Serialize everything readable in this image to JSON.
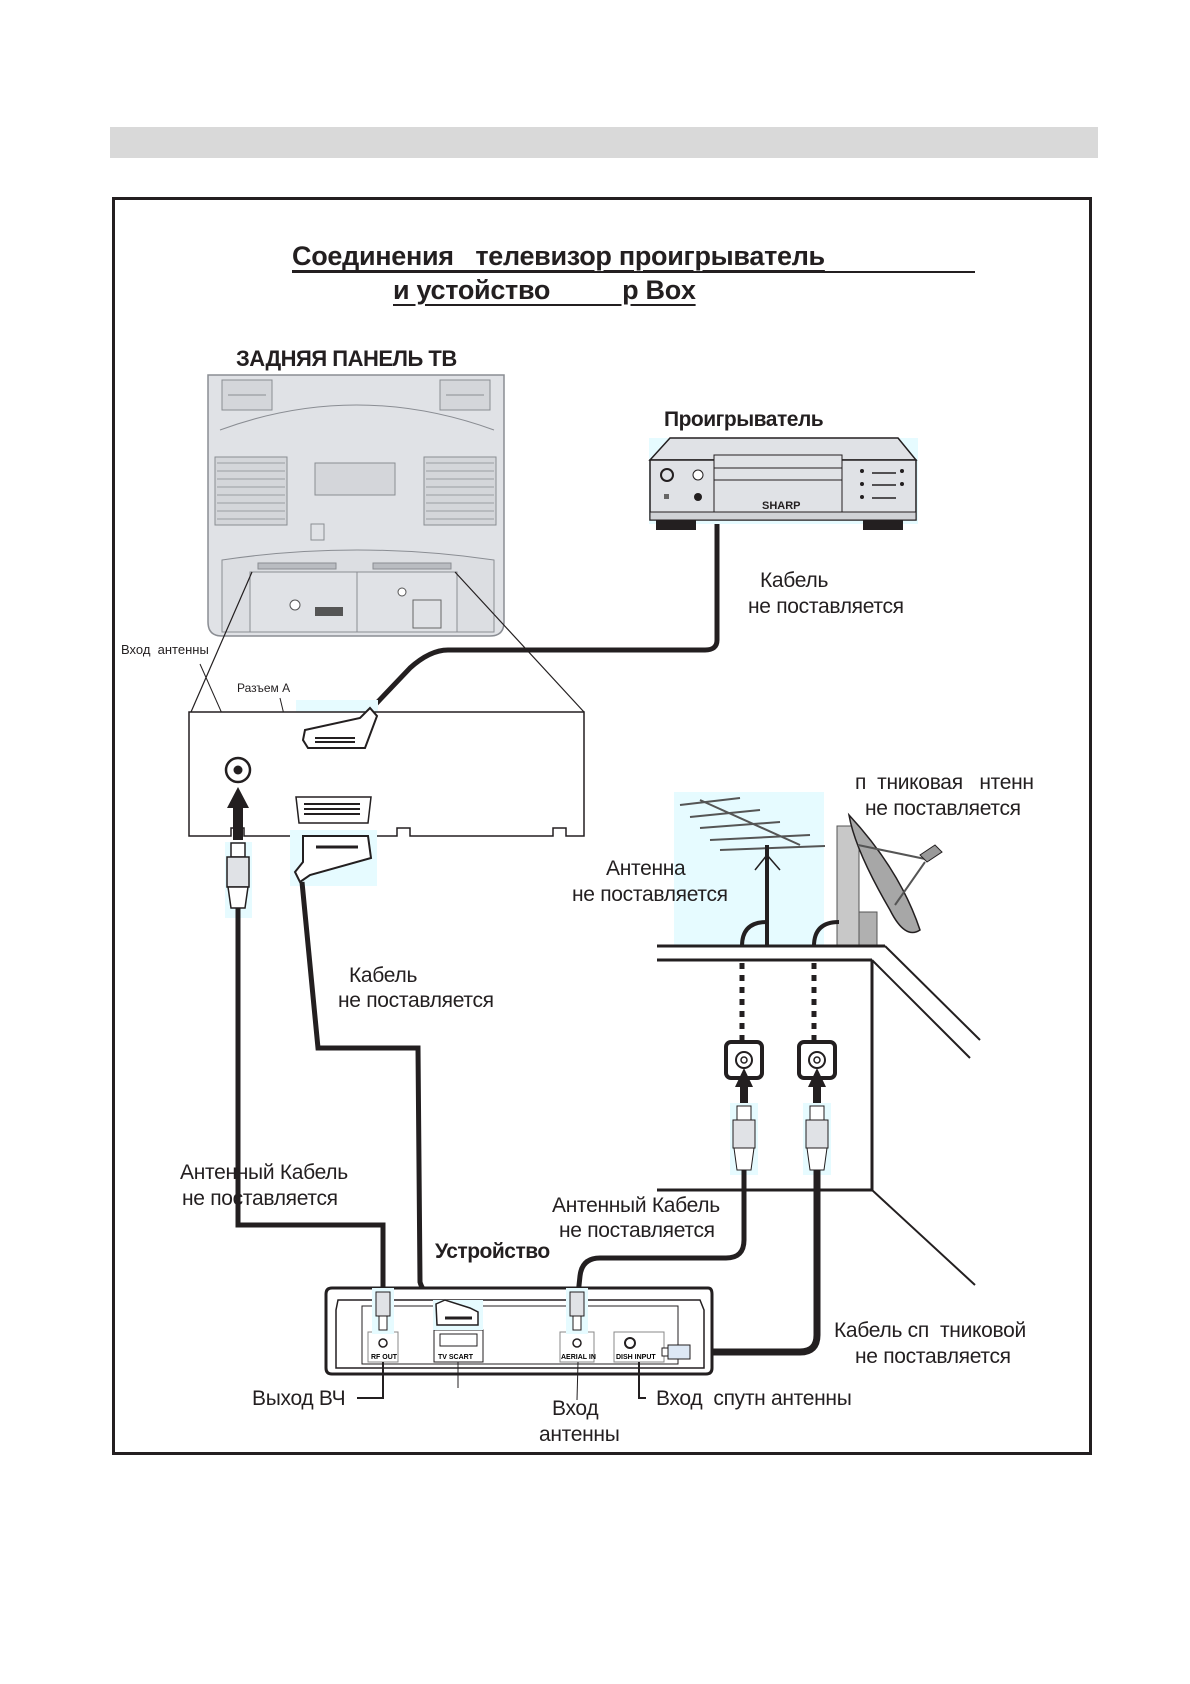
{
  "header_bar": {
    "color": "#d9d9d9"
  },
  "title": {
    "line1": "Соединения   телевизор проигрыватель",
    "line2": "и устойство          р Box"
  },
  "tv": {
    "label": "ЗАДНЯЯ ПАНЕЛЬ ТВ"
  },
  "player": {
    "label": "Проигрыватель",
    "brand": "SHARP",
    "cable_label": "Кабель",
    "cable_note": "не поставляется"
  },
  "tv_panel": {
    "antenna_input_label": "Вход  антенны",
    "connector_a_label": "Разъем А"
  },
  "scart_cable": {
    "label": "Кабель",
    "note": "не поставляется"
  },
  "antenna": {
    "label": "Антенна",
    "note": "не поставляется"
  },
  "satellite_dish": {
    "label": "п  тниковая   нтенн",
    "note": "не поставляется"
  },
  "antenna_cable_left": {
    "label": "Антенный Кабель",
    "note": "не поставляется"
  },
  "antenna_cable_right": {
    "label": "Антенный Кабель",
    "note": "не поставляется"
  },
  "satellite_cable": {
    "label": "Кабель сп  тниковой",
    "note": "не поставляется"
  },
  "device": {
    "label": "Устройство",
    "ports": [
      "RF OUT",
      "TV SCART",
      "AERIAL IN",
      "DISH INPUT"
    ],
    "rf_out_label": "Выход ВЧ",
    "aerial_in_label_1": "Вход",
    "aerial_in_label_2": "антенны",
    "dish_input_label": "Вход  спутн антенны"
  },
  "colors": {
    "line": "#231f20",
    "device_fill": "#e0e2e6",
    "highlight": "#e6fbff",
    "dish": "#a7a7a7"
  }
}
